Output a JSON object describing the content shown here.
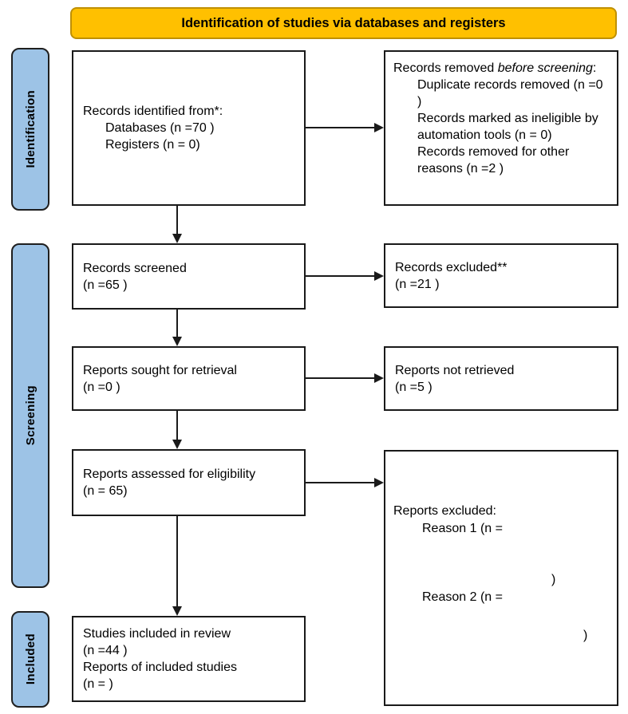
{
  "colors": {
    "banner_bg": "#FFC000",
    "banner_border": "#BF9000",
    "stage_bg": "#9DC3E6",
    "stage_border": "#1F1F1F",
    "box_border": "#1A1A1A",
    "arrow": "#1A1A1A",
    "text": "#000000",
    "background": "#FFFFFF"
  },
  "flow": {
    "banner": "Identification of studies via databases and registers",
    "stage_labels": [
      "Identification",
      "Screening",
      "Included"
    ],
    "boxes": {
      "records_identified": {
        "title": "Records identified from*:",
        "items": [
          "Databases (n =70 )",
          "Registers (n = 0)"
        ]
      },
      "records_removed": {
        "title_prefix": "Records removed ",
        "title_italic": "before screening",
        "title_suffix": ":",
        "items": [
          "Duplicate records removed (n =0 )",
          "Records marked as ineligible by automation tools (n = 0)",
          "Records removed for other reasons (n =2 )"
        ]
      },
      "records_screened": {
        "lines": [
          "Records screened",
          "(n =65 )"
        ]
      },
      "records_excluded": {
        "lines": [
          "Records excluded**",
          "(n =21 )"
        ]
      },
      "reports_sought": {
        "lines": [
          "Reports sought for retrieval",
          "(n =0 )"
        ]
      },
      "reports_not_retrieved": {
        "lines": [
          "Reports not retrieved",
          "(n =5 )"
        ]
      },
      "reports_assessed": {
        "lines": [
          "Reports assessed for eligibility",
          "(n = 65)"
        ]
      },
      "reports_excluded": {
        "title": "Reports excluded:",
        "reason1": "Reason 1 (n =",
        "reason1_close": ")",
        "reason2": "Reason 2 (n =",
        "reason2_close": ")"
      },
      "studies_included": {
        "lines": [
          "Studies included in review",
          "(n =44 )",
          "Reports of included studies",
          "(n = )"
        ]
      }
    }
  }
}
